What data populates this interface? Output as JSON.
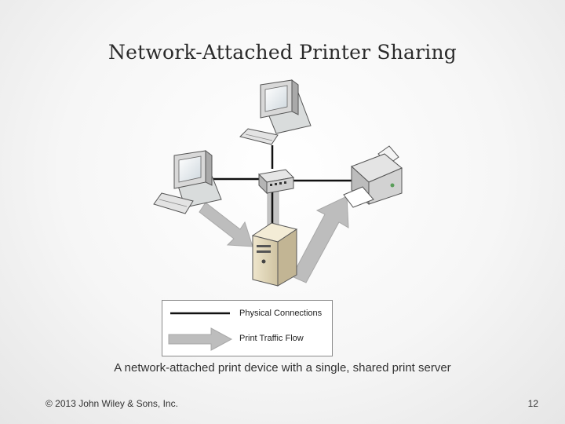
{
  "slide": {
    "title": "Network-Attached Printer Sharing",
    "caption": "A network-attached print device with a single, shared print server",
    "footer_copyright": "© 2013 John Wiley & Sons, Inc.",
    "page_number": "12"
  },
  "legend": {
    "physical_label": "Physical Connections",
    "traffic_label": "Print Traffic Flow"
  },
  "icons": [
    "workstation-icon",
    "switch-icon",
    "server-icon",
    "printer-icon"
  ]
}
